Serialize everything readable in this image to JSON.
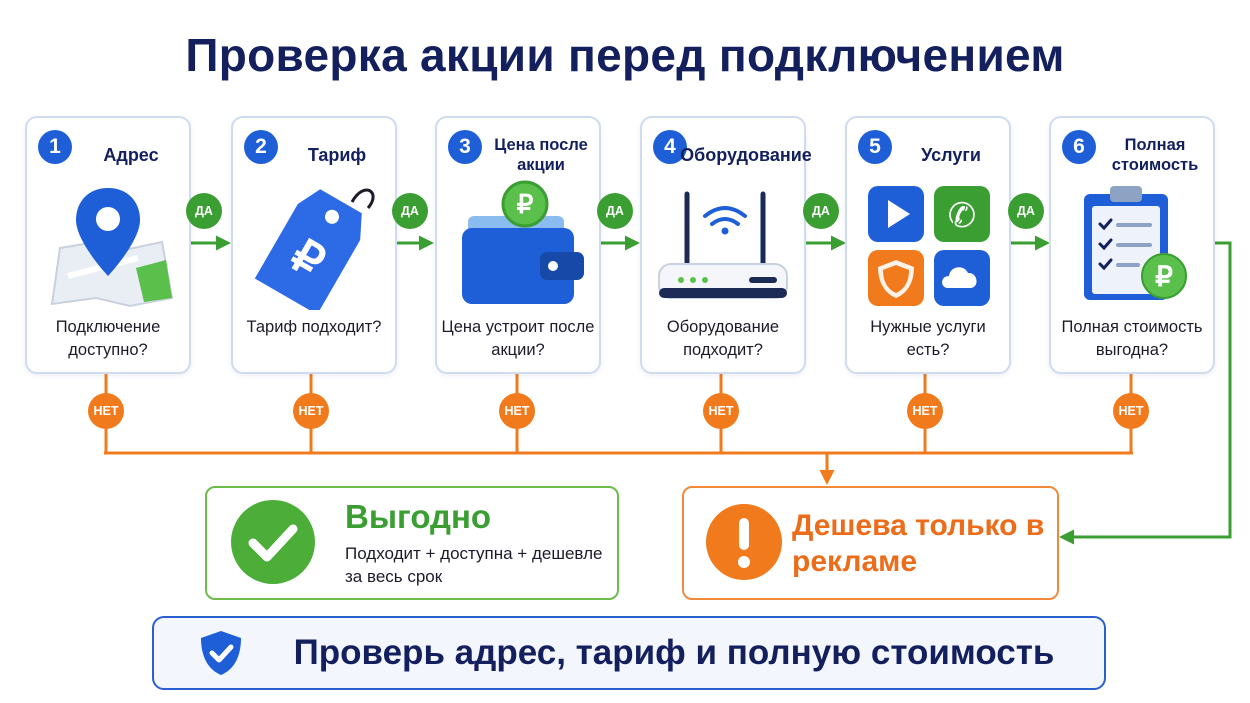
{
  "title": "Проверка акции перед подключением",
  "steps": [
    {
      "number": "1",
      "title": "Адрес",
      "question": "Подключение доступно?",
      "icon": "map-pin-icon"
    },
    {
      "number": "2",
      "title": "Тариф",
      "question": "Тариф подходит?",
      "icon": "price-tag-ruble-icon"
    },
    {
      "number": "3",
      "title": "Цена после акции",
      "question": "Цена устроит после акции?",
      "icon": "wallet-ruble-coin-icon"
    },
    {
      "number": "4",
      "title": "Оборудование",
      "question": "Оборудование подходит?",
      "icon": "wifi-router-icon"
    },
    {
      "number": "5",
      "title": "Услуги",
      "question": "Нужные услуги есть?",
      "icon": "services-apps-icon"
    },
    {
      "number": "6",
      "title": "Полная стоимость",
      "question": "Полная стоимость выгодна?",
      "icon": "clipboard-checklist-ruble-icon"
    }
  ],
  "yes_label": "ДА",
  "no_label": "НЕТ",
  "result_good": {
    "title": "Выгодно",
    "description": "Подходит + доступна + дешевле за весь срок",
    "icon": "check-circle-icon"
  },
  "result_bad": {
    "title": "Дешева только в рекламе",
    "icon": "exclamation-circle-icon"
  },
  "footer": {
    "text": "Проверь адрес, тариф и полную стоимость",
    "icon": "shield-check-icon"
  },
  "colors": {
    "title": "#14205e",
    "step_number": "#1e5fd8",
    "yes": "#3a9e32",
    "no": "#f07a1c",
    "footer_border": "#2a5fd0"
  }
}
